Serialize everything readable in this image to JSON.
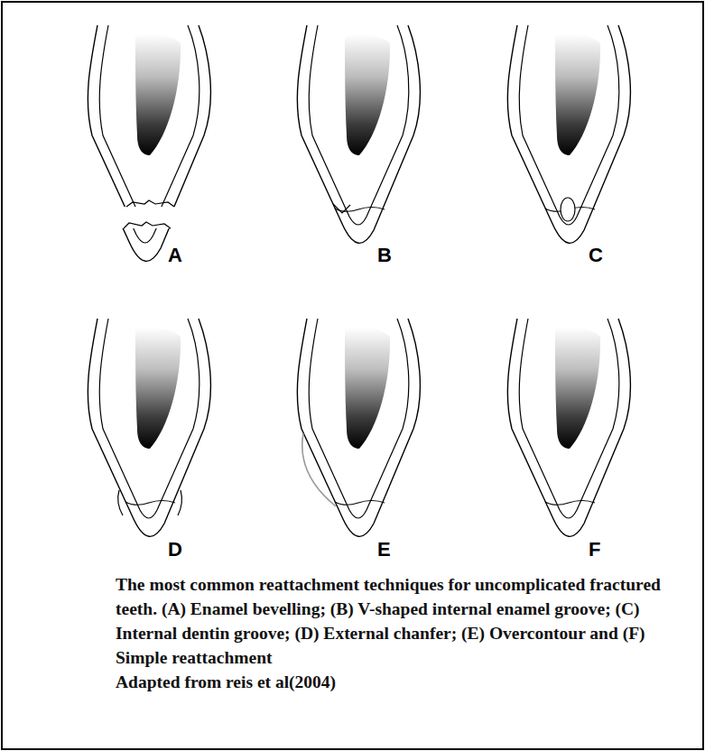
{
  "diagram": {
    "caption": "The most common reattachment techniques for uncomplicated fractured teeth. (A) Enamel bevelling; (B) V-shaped internal enamel groove; (C) Internal dentin groove; (D) External chanfer; (E) Overcontour and (F) Simple reattachment",
    "labels": [
      "A",
      "B",
      "C",
      "D",
      "E",
      "F",
      "Adapted from reis et al(2004)"
    ]
  }
}
